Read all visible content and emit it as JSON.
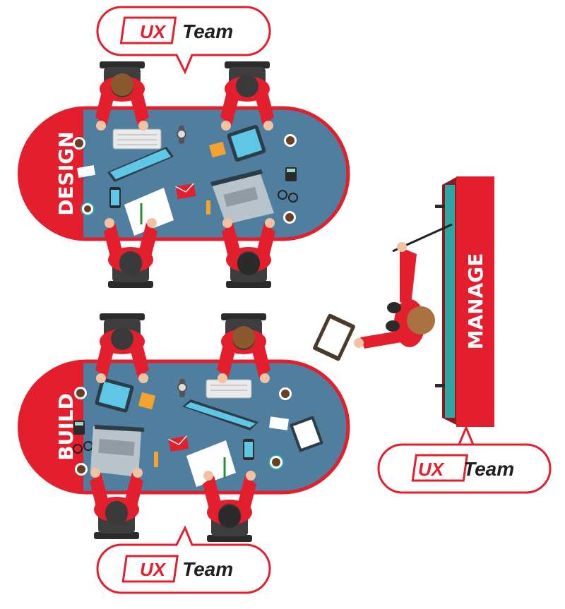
{
  "labels": {
    "design": "DESIGN",
    "build": "BUILD",
    "manage": "MANAGE"
  },
  "bubbles": [
    {
      "ux": "UX",
      "team": "Team"
    },
    {
      "ux": "UX",
      "team": "Team"
    },
    {
      "ux": "UX",
      "team": "Team"
    }
  ],
  "colors": {
    "brand_red": "#e31e2d",
    "table_blue": "#4f7e9e",
    "board_teal": "#2fa7a0",
    "dark": "#2b2b2b",
    "white": "#ffffff"
  },
  "icons": [
    "laptop-icon",
    "keyboard-icon",
    "monitor-icon",
    "coffee-cup-icon",
    "phone-icon",
    "paper-icon",
    "pen-icon",
    "envelope-icon",
    "glasses-icon",
    "calculator-icon",
    "watch-icon",
    "tablet-icon",
    "clipboard-icon",
    "pointer-stick-icon"
  ]
}
